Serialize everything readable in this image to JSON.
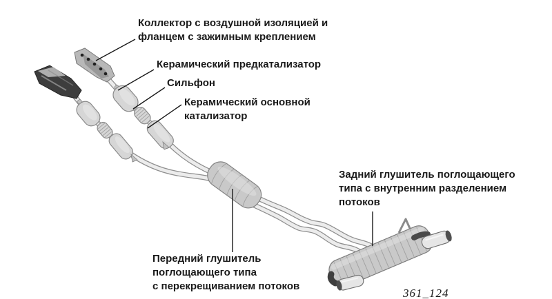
{
  "figure_number": "361_124",
  "colors": {
    "background": "#ffffff",
    "text": "#1a1a1a",
    "leader": "#1a1a1a",
    "pipe_fill": "#ececec",
    "pipe_stroke": "#8f8f8f",
    "canister_fill": "#d6d6d6",
    "canister_stroke": "#8a8a8a",
    "manifold_dark": "#3d3d3d",
    "muffler_fill": "#c9c9c9",
    "rib_stroke": "#9c9c9c",
    "tip_fill": "#e6e6e6",
    "opening": "#4f4f4f"
  },
  "labels": {
    "manifold": {
      "lines": [
        "Коллектор с воздушной изоляцией и",
        "фланцем с зажимным креплением"
      ]
    },
    "pre_catalyst": {
      "lines": [
        "Керамический предкатализатор"
      ]
    },
    "bellows": {
      "lines": [
        "Сильфон"
      ]
    },
    "main_catalyst": {
      "lines": [
        "Керамический основной",
        "катализатор"
      ]
    },
    "rear_muffler": {
      "lines": [
        "Задний глушитель поглощающего",
        "типа с внутренним разделением",
        "потоков"
      ]
    },
    "front_muffler": {
      "lines": [
        "Передний глушитель",
        "поглощающего типа",
        "с перекрещиванием потоков"
      ]
    }
  }
}
